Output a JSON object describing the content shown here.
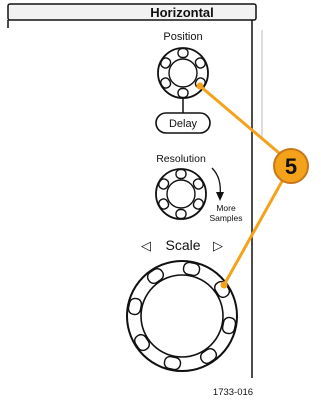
{
  "header": {
    "title": "Horizontal"
  },
  "controls": {
    "position_label": "Position",
    "delay_label": "Delay",
    "resolution_label": "Resolution",
    "more_samples_line1": "More",
    "more_samples_line2": "Samples",
    "scale_label": "Scale",
    "scale_left_arrow": "◁",
    "scale_right_arrow": "▷"
  },
  "callout": {
    "number": "5",
    "color": "#f5a21b",
    "stroke": "#c7761a"
  },
  "figure_id": "1733-016"
}
